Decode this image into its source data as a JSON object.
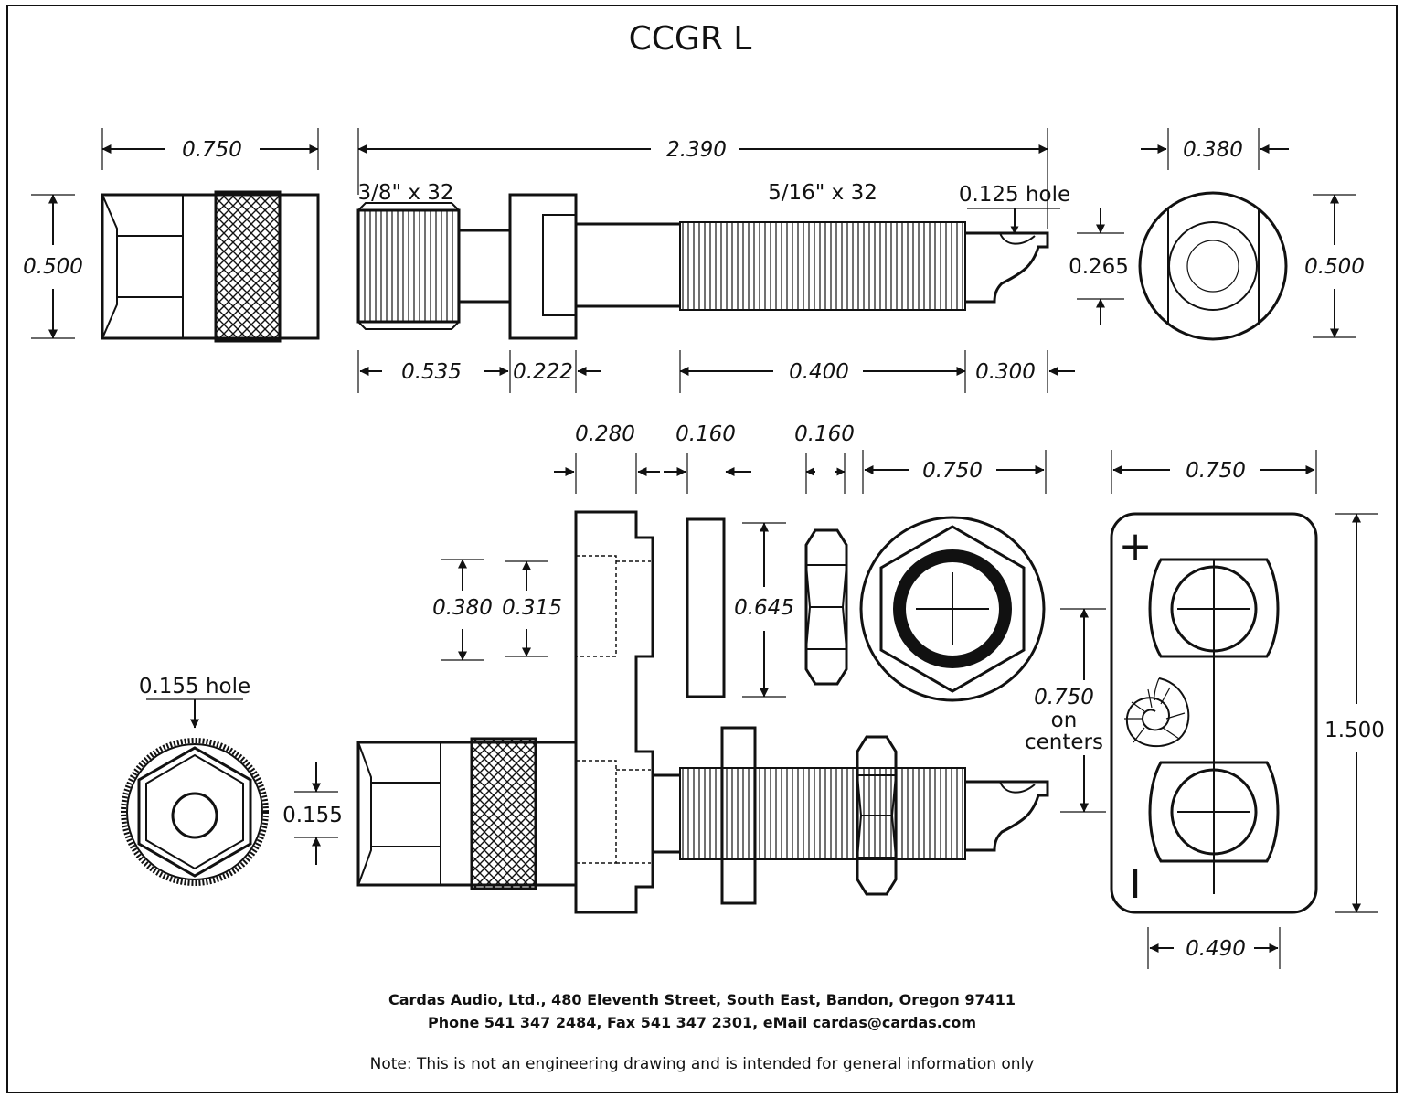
{
  "title": "CCGR L",
  "top_row": {
    "cap_length": "0.750",
    "cap_diameter": "0.500",
    "overall_length": "2.390",
    "front_thread": "3/8\" x 32",
    "rear_thread": "5/16\" x 32",
    "tip_hole": "0.125 hole",
    "tip_height": "0.265",
    "front_thread_length": "0.535",
    "collar_width": "0.222",
    "rear_thread_length": "0.400",
    "tip_length": "0.300",
    "end_view_inner": "0.380",
    "end_view_diameter": "0.500"
  },
  "bottom_row": {
    "flange_depth": "0.280",
    "washer_thickness": "0.160",
    "nut_thickness": "0.160",
    "nut_width": "0.750",
    "plate_width": "0.750",
    "boss_outer": "0.380",
    "boss_inner": "0.315",
    "washer_diameter": "0.645",
    "cap_hole": "0.155 hole",
    "cap_hole_dim": "0.155",
    "spacing_value": "0.750",
    "spacing_on": "on",
    "spacing_centers": "centers",
    "plate_height": "1.500",
    "hole_width": "0.490",
    "plus_sign": "+",
    "minus_sign": "I"
  },
  "footer": {
    "address": "Cardas Audio, Ltd., 480 Eleventh Street, South East, Bandon, Oregon 97411",
    "contact": "Phone 541 347 2484, Fax 541 347 2301, eMail cardas@cardas.com",
    "note": "Note:  This is not an engineering drawing and is intended for general information only"
  }
}
